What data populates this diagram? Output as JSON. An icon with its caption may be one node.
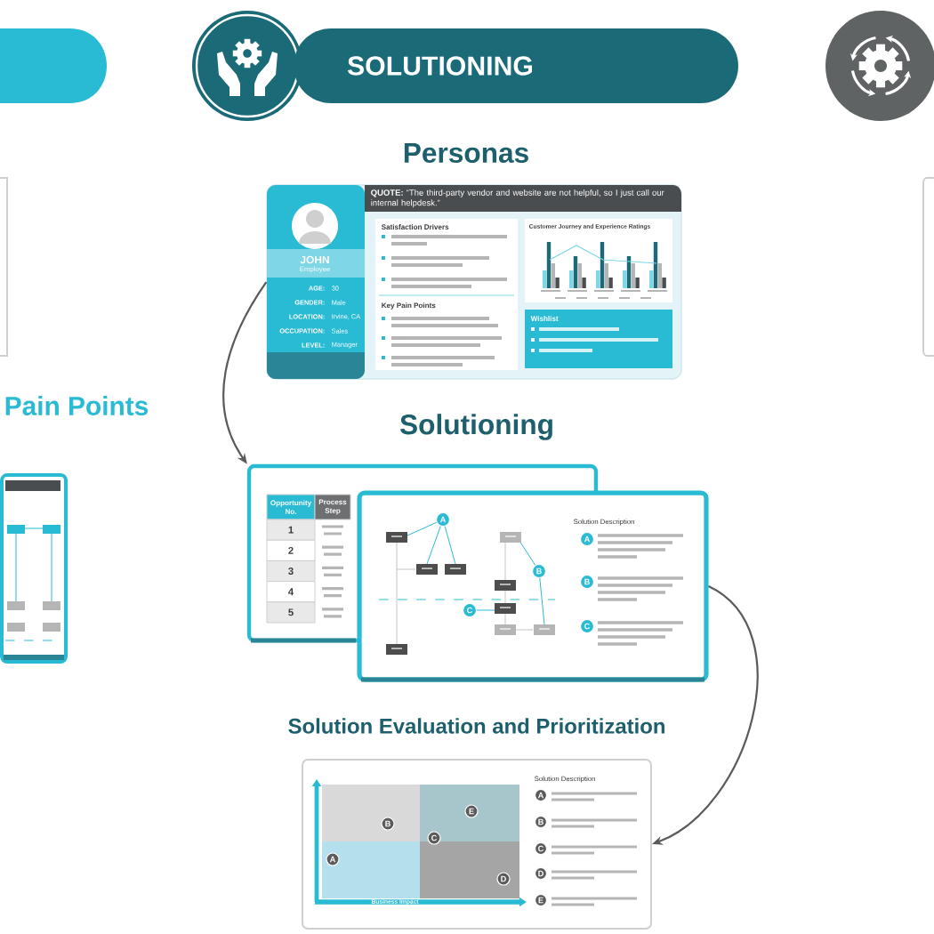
{
  "diagram": {
    "nodes": [
      {
        "text": [
          "SOLUTIONING"
        ]
      },
      {
        "text": [
          "Personas"
        ]
      },
      {
        "text": [
          "Pain Points"
        ]
      },
      {
        "text": [
          "Solutioning"
        ]
      },
      {
        "text": [
          "Solution Description"
        ]
      },
      {
        "text": [
          "Solution Evaluation and Prioritization",
          "Solution Description"
        ]
      }
    ],
    "edges": [
      {
        "from": 1,
        "to": 3,
        "arrow": "to"
      },
      {
        "from": 4,
        "to": 5,
        "arrow": "to"
      }
    ],
    "labels": [
      "**QUOTE:** “The third-party vendor and website are not helpful, so I just call our internal helpdesk.”",
      "JOHN",
      "Employee",
      "AGE:",
      "30",
      "GENDER:",
      "Male",
      "LOCATION:",
      "Irvine, CA",
      "OCCUPATION:",
      "Sales",
      "LEVEL:",
      "Manager",
      "Satisfaction Drivers",
      "Customer Journey and Experience Ratings",
      "Key Pain Points",
      "Wishlist",
      "Opportunity No.",
      "Process Step",
      "1",
      "2",
      "3",
      "4",
      "5",
      "A",
      "B",
      "C",
      "A",
      "B",
      "C",
      "A",
      "B",
      "C",
      "E",
      "D",
      "Business Impact",
      "A",
      "B",
      "C",
      "D",
      "E"
    ]
  }
}
